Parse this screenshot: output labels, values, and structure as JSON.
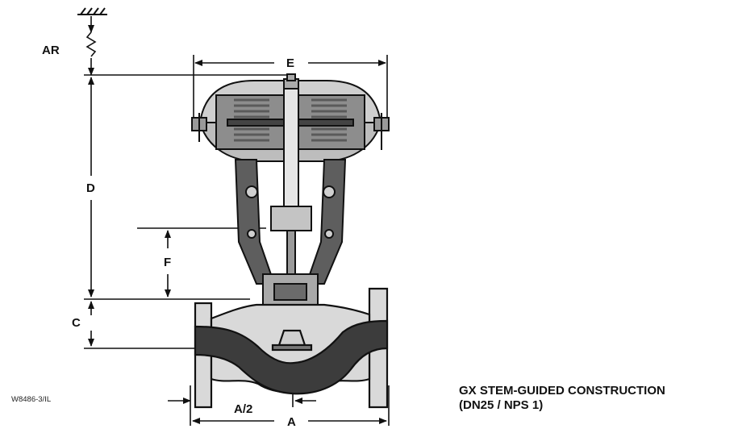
{
  "figure_id": "W8486-3/IL",
  "caption": {
    "line1": "GX STEM-GUIDED CONSTRUCTION",
    "line2": "(DN25 / NPS 1)"
  },
  "dimensions": {
    "AR": "AR",
    "E": "E",
    "D": "D",
    "F": "F",
    "C": "C",
    "A_half": "A/2",
    "A": "A"
  },
  "colors": {
    "line": "#111111",
    "body_fill": "#d9d9d9",
    "flow_passage": "#3c3c3c",
    "spring": "#5a5a5a",
    "background": "#ffffff"
  }
}
